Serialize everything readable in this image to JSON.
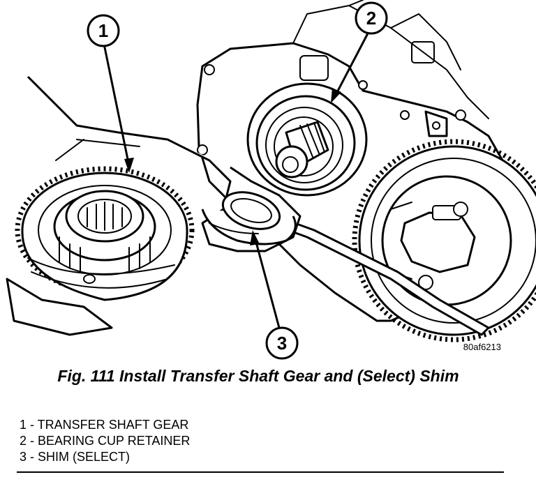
{
  "figure": {
    "reference_code": "80af6213",
    "caption": "Fig. 111 Install Transfer Shaft Gear and (Select) Shim",
    "callouts": [
      "1",
      "2",
      "3"
    ]
  },
  "legend": [
    {
      "text": "1 - TRANSFER SHAFT GEAR"
    },
    {
      "text": "2 - BEARING CUP RETAINER"
    },
    {
      "text": "3 - SHIM (SELECT)"
    }
  ]
}
